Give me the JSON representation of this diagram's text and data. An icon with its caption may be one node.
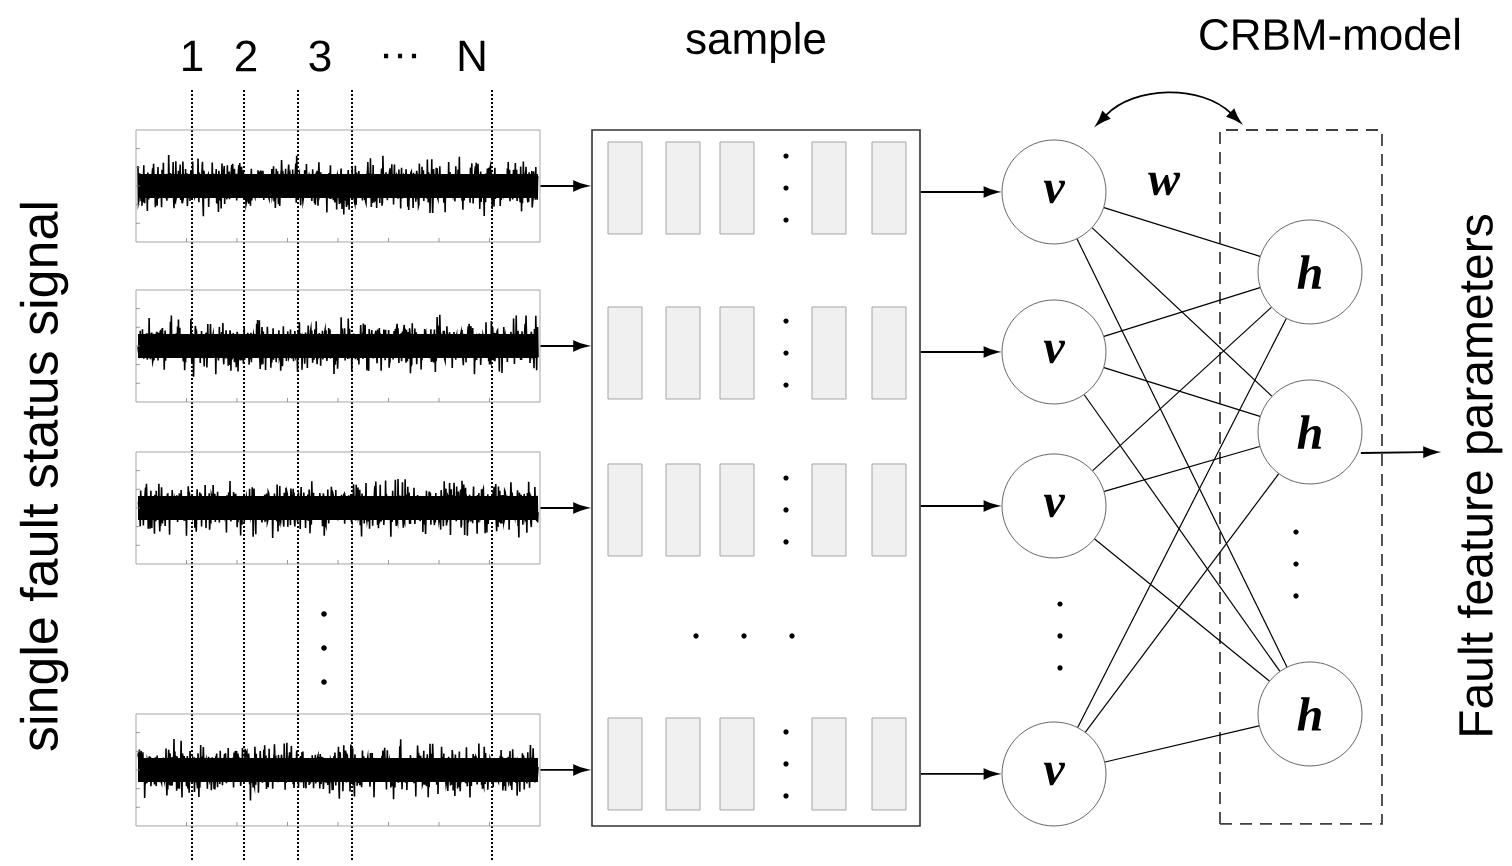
{
  "diagram": {
    "nodes": [
      {
        "text": [],
        "shape": "picture"
      },
      {
        "text": [],
        "shape": "picture"
      },
      {
        "text": [],
        "shape": "picture"
      },
      {
        "text": [],
        "shape": "picture"
      },
      {
        "text": [
          "sample"
        ]
      },
      {
        "text": [
          "v"
        ]
      },
      {
        "text": [
          "v"
        ]
      },
      {
        "text": [
          "v"
        ]
      },
      {
        "text": [
          "v"
        ]
      },
      {
        "text": [],
        "shape": "box"
      },
      {
        "text": [
          "h"
        ],
        "in": 9
      },
      {
        "text": [
          "h"
        ],
        "in": 9
      },
      {
        "text": [
          "h"
        ],
        "in": 9
      },
      {
        "text": [
          "Fault feature parameters"
        ]
      }
    ],
    "edges": [
      {
        "from": 0,
        "to": 4,
        "arrow": "to"
      },
      {
        "from": 1,
        "to": 4,
        "arrow": "to"
      },
      {
        "from": 2,
        "to": 4,
        "arrow": "to"
      },
      {
        "from": 3,
        "to": 4,
        "arrow": "to"
      },
      {
        "from": 4,
        "to": 5,
        "arrow": "to"
      },
      {
        "from": 4,
        "to": 6,
        "arrow": "to"
      },
      {
        "from": 4,
        "to": 7,
        "arrow": "to"
      },
      {
        "from": 4,
        "to": 8,
        "arrow": "to"
      },
      {
        "from": 5,
        "to": 10,
        "arrow": "none"
      },
      {
        "from": 5,
        "to": 11,
        "arrow": "none"
      },
      {
        "from": 5,
        "to": 12,
        "arrow": "none"
      },
      {
        "from": 6,
        "to": 10,
        "arrow": "none"
      },
      {
        "from": 6,
        "to": 11,
        "arrow": "none"
      },
      {
        "from": 6,
        "to": 12,
        "arrow": "none"
      },
      {
        "from": 7,
        "to": 10,
        "arrow": "none"
      },
      {
        "from": 7,
        "to": 11,
        "arrow": "none"
      },
      {
        "from": 7,
        "to": 12,
        "arrow": "none"
      },
      {
        "from": 8,
        "to": 10,
        "arrow": "none"
      },
      {
        "from": 8,
        "to": 11,
        "arrow": "none"
      },
      {
        "from": 8,
        "to": 12,
        "arrow": "none"
      },
      {
        "from": 5,
        "to": 9,
        "arrow": "both"
      },
      {
        "from": 9,
        "to": 13,
        "arrow": "to"
      }
    ],
    "labels": [
      "1",
      "2",
      "3",
      "…",
      "N",
      "single fault status signal",
      "CRBM-model",
      "w"
    ]
  }
}
